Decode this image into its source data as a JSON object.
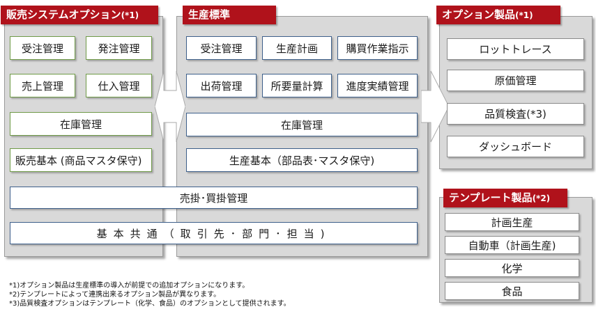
{
  "panels": {
    "sales_option": {
      "title": "販売システムオプション",
      "title_note": "(*1)",
      "items": [
        "受注管理",
        "発注管理",
        "売上管理",
        "仕入管理",
        "在庫管理",
        "販売基本 (商品マスタ保守)"
      ]
    },
    "production_standard": {
      "title": "生産標準",
      "items": [
        "受注管理",
        "生産計画",
        "購買作業指示",
        "出荷管理",
        "所要量計算",
        "進度実績管理",
        "在庫管理",
        "生産基本（部品表･マスタ保守)"
      ]
    },
    "shared": {
      "receivables_payables": "売掛･買掛管理",
      "common_base": "基本共通（取引先･部門･担当)"
    },
    "option_products": {
      "title": "オプション製品",
      "title_note": "(*1)",
      "items": [
        "ロットトレース",
        "原価管理",
        "品質検査(*3)",
        "ダッシュボード"
      ]
    },
    "template_products": {
      "title": "テンプレート製品",
      "title_note": "(*2)",
      "items": [
        "計画生産",
        "自動車（計画生産)",
        "化学",
        "食品"
      ]
    }
  },
  "notes": [
    "*1)オプション製品は生産標準の導入が前提での追加オプションになります。",
    "*2)テンプレートによって連携出来るオプション製品が異なります。",
    "*3)品質検査オプションはテンプレート（化学、食品）のオプションとして提供されます。"
  ],
  "colors": {
    "title_bg": "#b0121b",
    "panel_bg": "#d9d9d9",
    "green_border": "#6f9a47",
    "blue_border": "#3d5f8a"
  }
}
